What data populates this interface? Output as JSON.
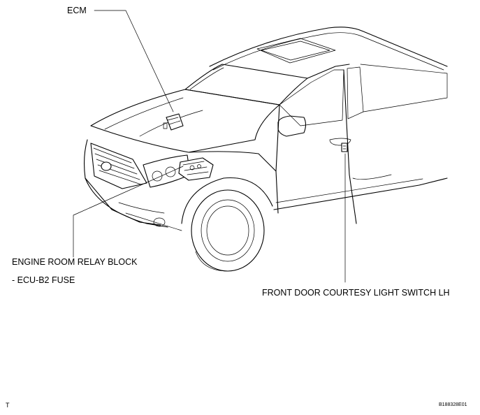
{
  "labels": {
    "ecm": "ECM",
    "relay_block": "ENGINE ROOM RELAY BLOCK",
    "fuse": "- ECU-B2 FUSE",
    "door_switch": "FRONT DOOR COURTESY LIGHT SWITCH LH"
  },
  "footer": {
    "left_mark": "T",
    "figure_id": "B188328E01"
  },
  "icons": [
    "vehicle-illustration",
    "ecm-module-icon",
    "relay-block-icon",
    "door-switch-icon"
  ]
}
